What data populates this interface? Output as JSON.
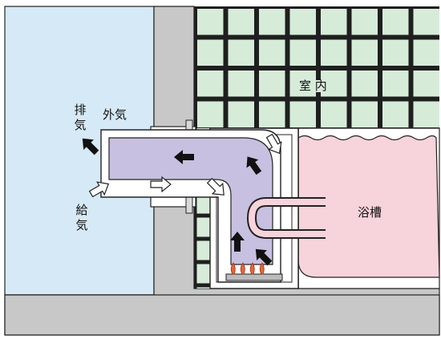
{
  "labels": {
    "exhaust": "排気",
    "outside_air": "外気",
    "intake": "給気",
    "room_interior": "室 内",
    "bathtub": "浴槽"
  },
  "colors": {
    "outdoor": "#d6e9f6",
    "wall": "#c8c8c8",
    "tile": "#d6ecd9",
    "exhaust_duct": "#c8c0e0",
    "bathtub_water": "#f7d3dc",
    "flame": "#e8663c"
  }
}
